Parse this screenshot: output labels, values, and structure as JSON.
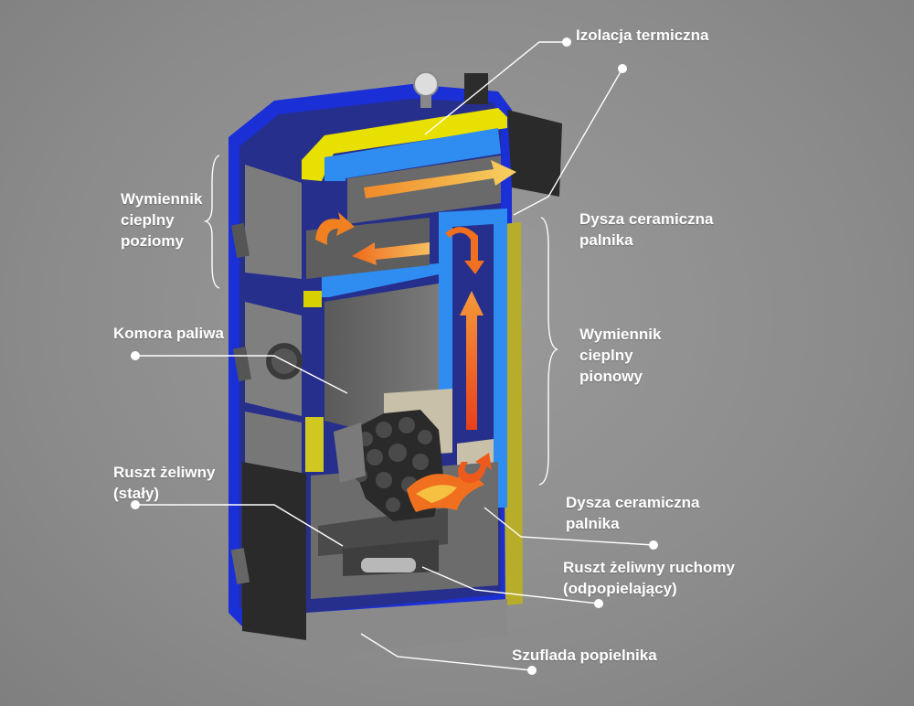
{
  "labels": {
    "izolacja": "Izolacja termiczna",
    "wym_poz_1": "Wymiennik",
    "wym_poz_2": "cieplny",
    "wym_poz_3": "poziomy",
    "dysza_top_1": "Dysza ceramiczna",
    "dysza_top_2": "palnika",
    "komora": "Komora paliwa",
    "wym_pion_1": "Wymiennik",
    "wym_pion_2": "cieplny",
    "wym_pion_3": "pionowy",
    "ruszt_staly_1": "Ruszt żeliwny",
    "ruszt_staly_2": "(stały)",
    "dysza_bot_1": "Dysza ceramiczna",
    "dysza_bot_2": "palnika",
    "ruszt_ruch_1": "Ruszt żeliwny ruchomy",
    "ruszt_ruch_2": "(odpopielający)",
    "szuflada": "Szuflada popielnika"
  },
  "colors": {
    "background": "#8e8e8e",
    "casing_blue": "#1b2fd6",
    "water_jacket": "#2f8cf0",
    "insulation": "#e8e000",
    "steel": "#6e6e6e",
    "flame_arrow": "#f07020",
    "hot_arrow": "#f5c040"
  }
}
